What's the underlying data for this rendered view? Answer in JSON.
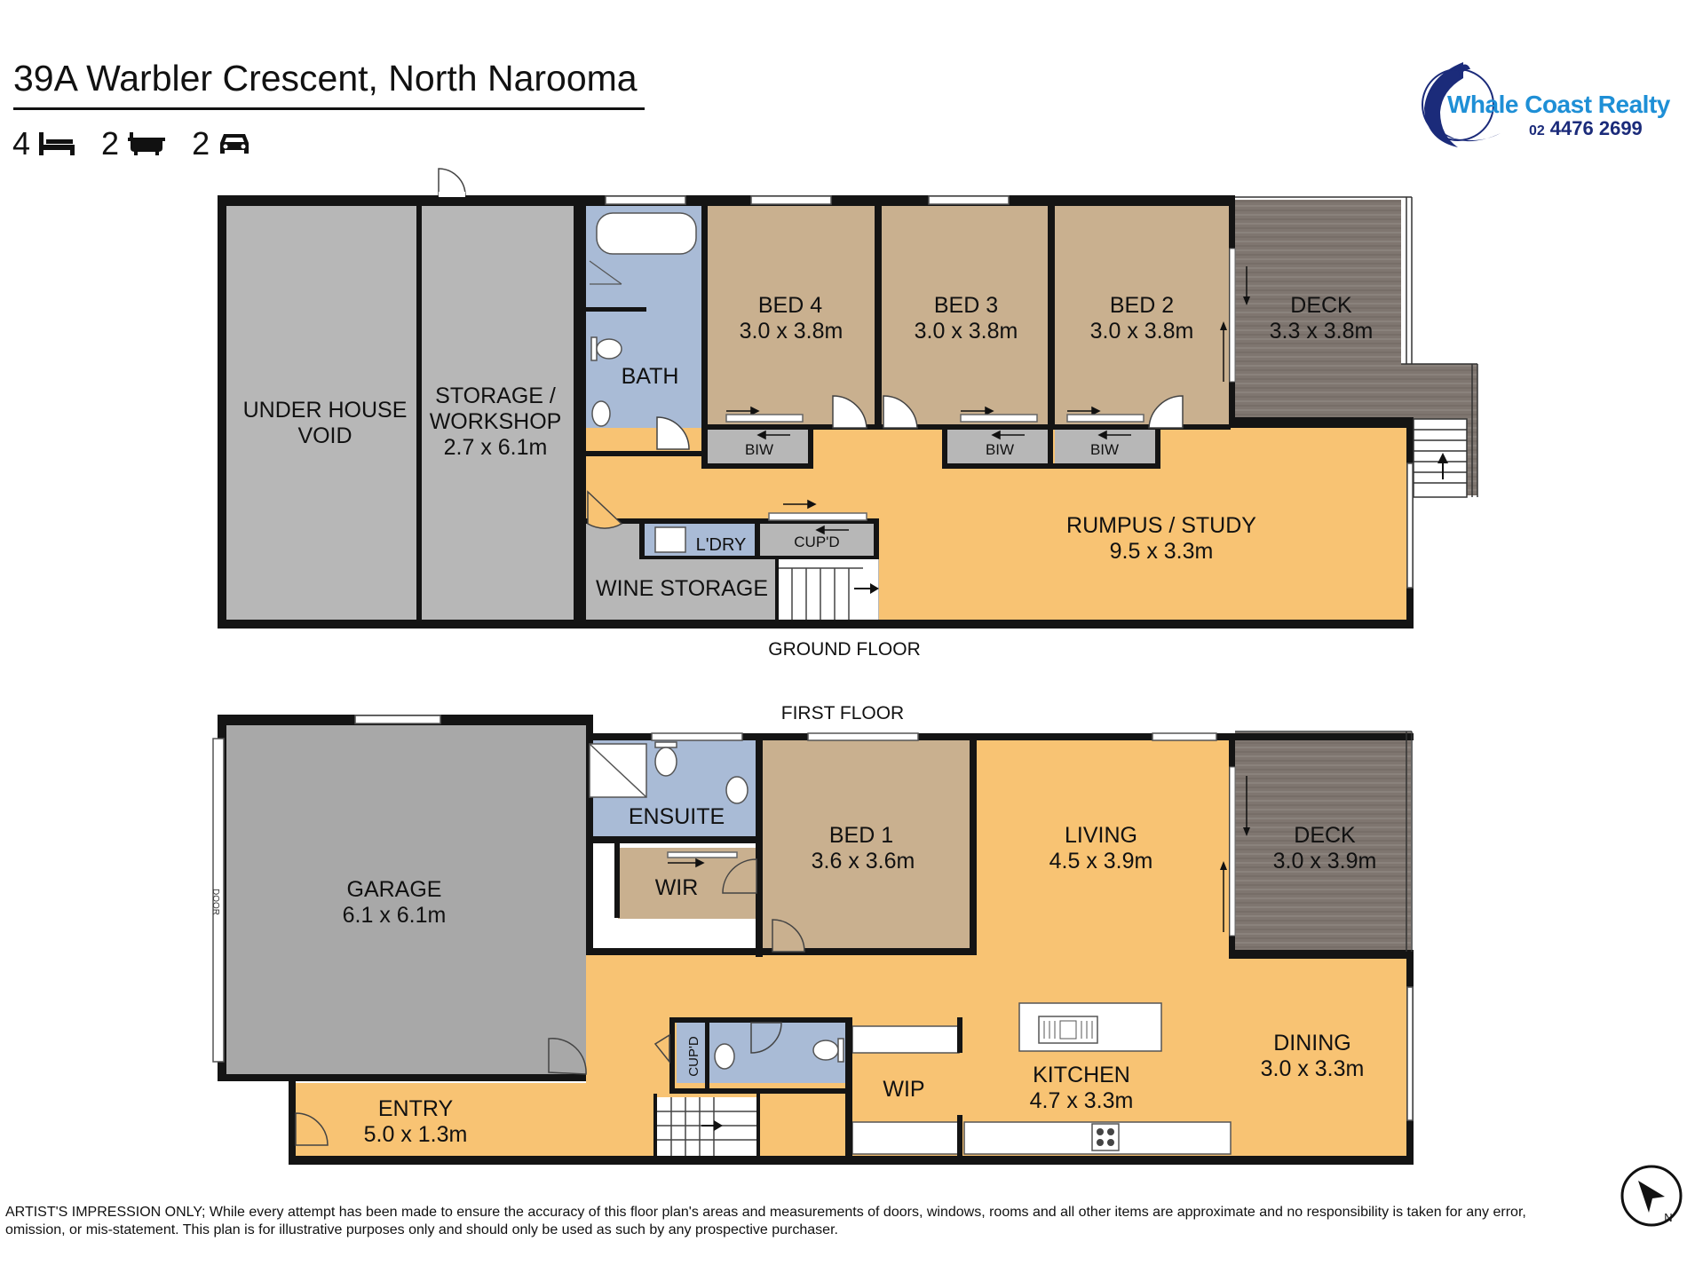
{
  "header": {
    "address": "39A Warbler Crescent, North Narooma",
    "beds": "4",
    "baths": "2",
    "cars": "2"
  },
  "logo": {
    "name": "Whale Coast Realty",
    "phone_prefix": "02",
    "phone": "4476 2699"
  },
  "floors": {
    "ground_label": "GROUND FLOOR",
    "first_label": "FIRST FLOOR"
  },
  "ground_floor": {
    "under_house_name_1": "UNDER HOUSE",
    "under_house_name_2": "VOID",
    "storage_name_1": "STORAGE /",
    "storage_name_2": "WORKSHOP",
    "storage_size": "2.7 x 6.1m",
    "bath_name": "BATH",
    "bed4_name": "BED 4",
    "bed4_size": "3.0 x 3.8m",
    "bed3_name": "BED 3",
    "bed3_size": "3.0 x 3.8m",
    "bed2_name": "BED 2",
    "bed2_size": "3.0 x 3.8m",
    "deck_name": "DECK",
    "deck_size": "3.3 x 3.8m",
    "biw": "BIW",
    "ldry": "L'DRY",
    "cupd": "CUP'D",
    "wine_name": "WINE STORAGE",
    "rumpus_name": "RUMPUS / STUDY",
    "rumpus_size": "9.5 x 3.3m"
  },
  "first_floor": {
    "garage_name": "GARAGE",
    "garage_size": "6.1 x 6.1m",
    "door_label": "DOOR",
    "ensuite_name": "ENSUITE",
    "wir_name": "WIR",
    "bed1_name": "BED 1",
    "bed1_size": "3.6 x 3.6m",
    "living_name": "LIVING",
    "living_size": "4.5 x 3.9m",
    "deck_name": "DECK",
    "deck_size": "3.0 x 3.9m",
    "cupd": "CUP'D",
    "wip_name": "WIP",
    "kitchen_name": "KITCHEN",
    "kitchen_size": "4.7 x 3.3m",
    "dining_name": "DINING",
    "dining_size": "3.0 x 3.3m",
    "entry_name": "ENTRY",
    "entry_size": "5.0 x 1.3m"
  },
  "disclaimer_line1": "ARTIST'S IMPRESSION ONLY; While every attempt has been made to ensure the accuracy of this floor plan's areas and measurements of doors, windows, rooms and all other items are approximate and no responsibility is taken for any error,",
  "disclaimer_line2": "omission, or mis-statement. This plan is for illustrative purposes only and should only be used as such by any prospective purchaser.",
  "compass_label": "N",
  "colors": {
    "wall": "#141414",
    "void_grey": "#b7b7b7",
    "wet_blue": "#a9bbd6",
    "bedroom_tan": "#c9b08f",
    "living_orange": "#f8c373",
    "deck_brown": "#7f7670",
    "garage_grey": "#a8a8a8",
    "logo_blue": "#1e8fd6",
    "logo_navy": "#1b2b7a"
  }
}
